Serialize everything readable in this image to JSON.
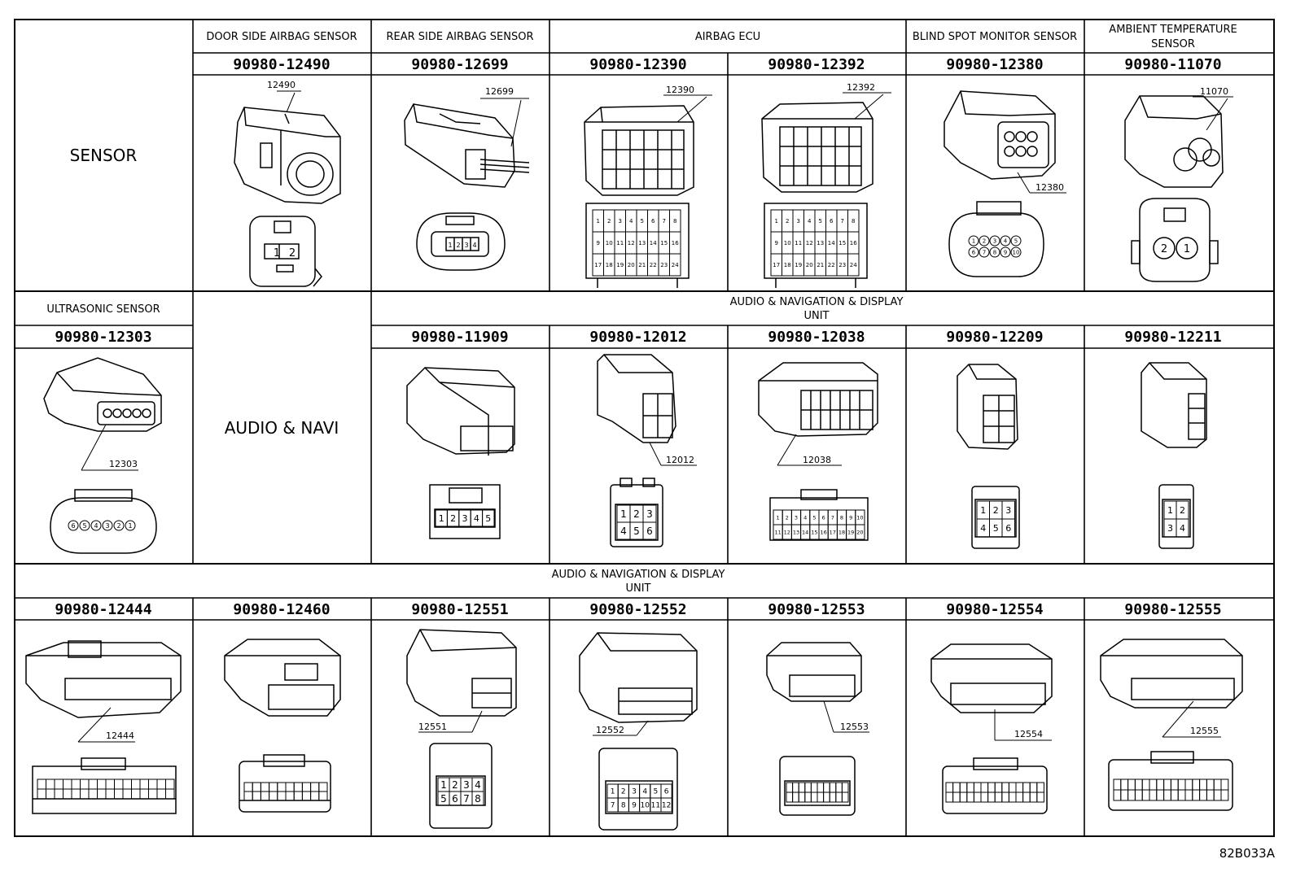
{
  "row1": {
    "section_label": "SENSOR",
    "headers": {
      "door_side_airbag": "DOOR SIDE AIRBAG SENSOR",
      "rear_side_airbag": "REAR SIDE AIRBAG SENSOR",
      "airbag_ecu": "AIRBAG ECU",
      "blind_spot": "BLIND SPOT MONITOR SENSOR",
      "ambient_line1": "AMBIENT TEMPERATURE",
      "ambient_line2": "SENSOR"
    },
    "connectors": [
      {
        "part": "90980-12490",
        "code": "12490",
        "pins": [
          "1",
          "2"
        ]
      },
      {
        "part": "90980-12699",
        "code": "12699",
        "pins": [
          "1",
          "2",
          "3",
          "4"
        ]
      },
      {
        "part": "90980-12390",
        "code": "12390",
        "pins": [
          "1",
          "2",
          "3",
          "4",
          "5",
          "6",
          "7",
          "8",
          "9",
          "10",
          "11",
          "12",
          "13",
          "14",
          "15",
          "16",
          "17",
          "18",
          "19",
          "20",
          "21",
          "22",
          "23",
          "24"
        ]
      },
      {
        "part": "90980-12392",
        "code": "12392",
        "pins": [
          "1",
          "2",
          "3",
          "4",
          "5",
          "6",
          "7",
          "8",
          "9",
          "10",
          "11",
          "12",
          "13",
          "14",
          "15",
          "16",
          "17",
          "18",
          "19",
          "20",
          "21",
          "22",
          "23",
          "24"
        ]
      },
      {
        "part": "90980-12380",
        "code": "12380",
        "pins": [
          "1",
          "2",
          "3",
          "4",
          "5",
          "6",
          "7",
          "8",
          "9",
          "10"
        ]
      },
      {
        "part": "90980-11070",
        "code": "11070",
        "pins": [
          "2",
          "1"
        ]
      }
    ]
  },
  "row2": {
    "ultrasonic_header": "ULTRASONIC SENSOR",
    "section_label": "AUDIO & NAVI",
    "group_line1": "AUDIO & NAVIGATION & DISPLAY",
    "group_line2": "UNIT",
    "connectors": [
      {
        "part": "90980-12303",
        "code": "12303",
        "pins": [
          "6",
          "5",
          "4",
          "3",
          "2",
          "1"
        ]
      },
      {
        "part": "90980-11909",
        "code": "",
        "pins": [
          "1",
          "2",
          "3",
          "4",
          "5"
        ]
      },
      {
        "part": "90980-12012",
        "code": "12012",
        "pins": [
          "1",
          "2",
          "3",
          "4",
          "5",
          "6"
        ]
      },
      {
        "part": "90980-12038",
        "code": "12038",
        "pins": [
          "1",
          "2",
          "3",
          "4",
          "5",
          "6",
          "7",
          "8",
          "9",
          "10",
          "11",
          "12",
          "13",
          "14",
          "15",
          "16",
          "17",
          "18",
          "19",
          "20"
        ]
      },
      {
        "part": "90980-12209",
        "code": "",
        "pins": [
          "1",
          "2",
          "3",
          "4",
          "5",
          "6"
        ]
      },
      {
        "part": "90980-12211",
        "code": "",
        "pins": [
          "1",
          "2",
          "3",
          "4"
        ]
      }
    ]
  },
  "row3": {
    "group_line1": "AUDIO & NAVIGATION & DISPLAY",
    "group_line2": "UNIT",
    "connectors": [
      {
        "part": "90980-12444",
        "code": "12444"
      },
      {
        "part": "90980-12460",
        "code": ""
      },
      {
        "part": "90980-12551",
        "code": "12551",
        "pins": [
          "1",
          "2",
          "3",
          "4",
          "5",
          "6",
          "7",
          "8"
        ]
      },
      {
        "part": "90980-12552",
        "code": "12552",
        "pins": [
          "1",
          "2",
          "3",
          "4",
          "5",
          "6",
          "7",
          "8",
          "9",
          "10",
          "11",
          "12"
        ]
      },
      {
        "part": "90980-12553",
        "code": "12553"
      },
      {
        "part": "90980-12554",
        "code": "12554"
      },
      {
        "part": "90980-12555",
        "code": "12555"
      }
    ]
  },
  "footer_code": "82B033A"
}
